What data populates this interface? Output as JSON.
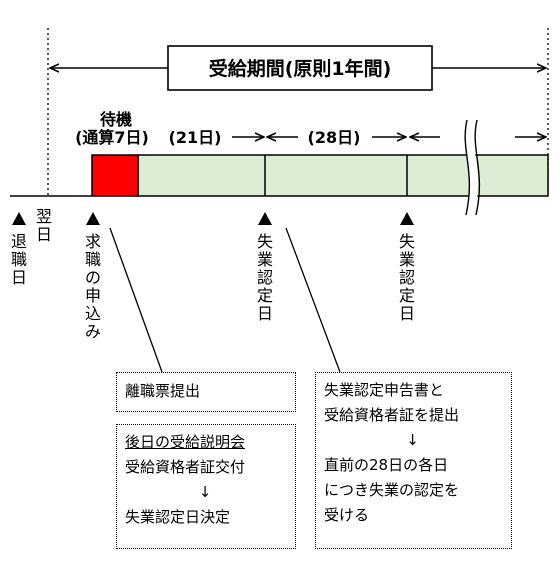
{
  "period": {
    "label": "受給期間(原則1年間)"
  },
  "waiting": {
    "title": "待機",
    "detail": "(通算7日)"
  },
  "segments": {
    "first": "(21日)",
    "second": "(28日)"
  },
  "markers": {
    "retire": "退職日",
    "next_day": "翌日",
    "apply": "求職の申込み",
    "cert1": "失業認定日",
    "cert2": "失業認定日"
  },
  "notes": {
    "submit_ticket": "離職票提出",
    "briefing": {
      "title": "後日の受給説明会",
      "line1": "受給資格者証交付",
      "arrow": "↓",
      "line2": "失業認定日決定"
    },
    "declaration": {
      "line1": "失業認定申告書と",
      "line2": "受給資格者証を提出",
      "arrow": "↓",
      "line3": "直前の28日の各日",
      "line4": "につき失業の認定を",
      "line5": "受ける"
    }
  },
  "colors": {
    "waiting_fill": "#ff0000",
    "bar_fill": "#dcecd5",
    "border": "#000000"
  }
}
